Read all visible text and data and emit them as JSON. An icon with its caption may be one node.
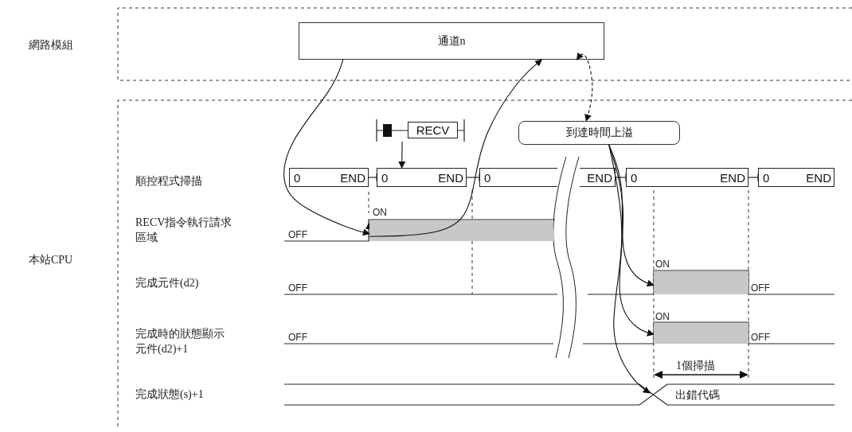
{
  "diagram": {
    "nodes": [
      {
        "text": [
          "通道n"
        ]
      },
      {
        "text": [
          "到達時間上溢"
        ]
      },
      {
        "text": [
          "RECV"
        ]
      },
      {
        "text": [
          "0",
          "END"
        ]
      },
      {
        "text": [
          "0",
          "END"
        ]
      },
      {
        "text": [
          "0"
        ]
      },
      {
        "text": [
          "END"
        ]
      },
      {
        "text": [
          "0",
          "END"
        ]
      },
      {
        "text": [
          "0",
          "END"
        ]
      },
      {
        "text": [],
        "shape": "bar",
        "beside": [
          "ON"
        ]
      },
      {
        "text": [],
        "shape": "bar",
        "beside": [
          "ON",
          "OFF"
        ]
      },
      {
        "text": [],
        "shape": "bar",
        "beside": [
          "ON",
          "OFF"
        ]
      }
    ],
    "edges": [
      {
        "from": 0,
        "to": 9,
        "arrow": "to"
      },
      {
        "from": 9,
        "to": 0,
        "arrow": "to"
      },
      {
        "from": 0,
        "to": 1,
        "arrow": "both",
        "style": "dashed"
      },
      {
        "from": 2,
        "to": 4,
        "arrow": "to"
      },
      {
        "from": 1,
        "to": 10,
        "arrow": "to"
      },
      {
        "from": 1,
        "to": 11,
        "arrow": "to"
      },
      {
        "from": 1,
        "to": null,
        "arrow": "to"
      },
      {
        "from": 3,
        "to": 4,
        "arrow": "other"
      },
      {
        "from": 4,
        "to": 5,
        "arrow": "other"
      },
      {
        "from": 6,
        "to": 7,
        "arrow": "other"
      },
      {
        "from": 7,
        "to": 8,
        "arrow": "other"
      }
    ],
    "labels": [
      "網路模組",
      "本站CPU",
      "順控程式掃描",
      "RECV指令執行請求區域",
      "OFF",
      "完成元件(d2)",
      "OFF",
      "完成時的狀態顯示元件(d2)+1",
      "OFF",
      "1個掃描",
      "完成狀態(s)+1",
      "出錯代碼"
    ]
  }
}
